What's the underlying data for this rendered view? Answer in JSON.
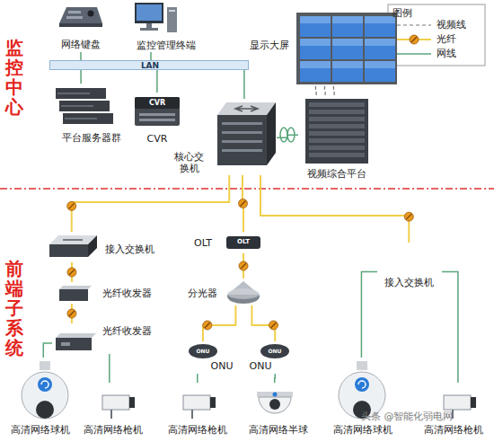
{
  "diagram": {
    "nodes": [
      {
        "text": [
          "网络键盘"
        ]
      },
      {
        "text": [
          "监控管理终端"
        ]
      },
      {
        "text": [
          "LAN"
        ]
      },
      {
        "text": [
          "显示大屏"
        ]
      },
      {
        "text": [
          "平台服务器群"
        ]
      },
      {
        "text": [
          "CVR",
          "CVR"
        ]
      },
      {
        "text": [
          "核心交 换机"
        ]
      },
      {
        "text": [
          "视频综合平台"
        ]
      },
      {
        "text": [
          "接入交换机"
        ]
      },
      {
        "text": [
          "光纤收发器"
        ]
      },
      {
        "text": [
          "光纤收发器"
        ]
      },
      {
        "text": [
          "高清网络球机"
        ]
      },
      {
        "text": [
          "高清网络枪机"
        ]
      },
      {
        "text": [
          "OLT",
          "OLT"
        ]
      },
      {
        "text": [
          "分光器"
        ]
      },
      {
        "text": [
          "ONU",
          "ONU"
        ]
      },
      {
        "text": [
          "ONU",
          "ONU"
        ]
      },
      {
        "text": [
          "高清网络枪机"
        ]
      },
      {
        "text": [
          "高清网络半球"
        ]
      },
      {
        "text": [
          "接入交换机"
        ]
      },
      {
        "text": [
          "高清网络球机"
        ]
      },
      {
        "text": [
          "高清网络枪机"
        ]
      }
    ],
    "edges": [
      {
        "from": 0,
        "to": 2,
        "arrow": "none"
      },
      {
        "from": 1,
        "to": 2,
        "arrow": "none"
      },
      {
        "from": 2,
        "to": 4,
        "arrow": "none"
      },
      {
        "from": 2,
        "to": 5,
        "arrow": "none"
      },
      {
        "from": 2,
        "to": 6,
        "arrow": "none"
      },
      {
        "from": 6,
        "to": 7,
        "arrow": "none"
      },
      {
        "from": 7,
        "to": 3,
        "arrow": "none"
      },
      {
        "from": 6,
        "to": 8,
        "arrow": "none"
      },
      {
        "from": 6,
        "to": 13,
        "arrow": "none"
      },
      {
        "from": 6,
        "to": 19,
        "arrow": "none"
      },
      {
        "from": 8,
        "to": 9,
        "arrow": "none"
      },
      {
        "from": 9,
        "to": 10,
        "arrow": "none"
      },
      {
        "from": 10,
        "to": 11,
        "arrow": "none"
      },
      {
        "from": 10,
        "to": 12,
        "arrow": "none"
      },
      {
        "from": 13,
        "to": 14,
        "arrow": "none"
      },
      {
        "from": 14,
        "to": 15,
        "arrow": "none"
      },
      {
        "from": 14,
        "to": 16,
        "arrow": "none"
      },
      {
        "from": 15,
        "to": 17,
        "arrow": "none"
      },
      {
        "from": 16,
        "to": 18,
        "arrow": "none"
      },
      {
        "from": 19,
        "to": 20,
        "arrow": "none"
      },
      {
        "from": 19,
        "to": 21,
        "arrow": "none"
      }
    ],
    "labels": [
      "监控中心",
      "前端子系统",
      "图例",
      "头条 @智能化弱电网"
    ],
    "legend": [
      {
        "text": "视频线"
      },
      {
        "text": "光纤"
      },
      {
        "text": "网线"
      }
    ]
  }
}
